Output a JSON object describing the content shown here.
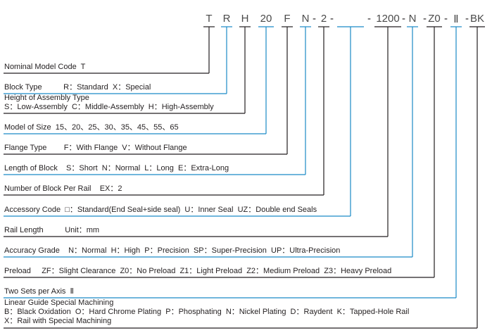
{
  "colors": {
    "black": "#231f20",
    "blue": "#1a8ac6"
  },
  "model_code": {
    "segments": [
      {
        "text": "T",
        "color": "black"
      },
      {
        "text": "R",
        "color": "blue"
      },
      {
        "text": "H",
        "color": "black"
      },
      {
        "text": "20",
        "color": "blue"
      },
      {
        "text": "F",
        "color": "black"
      },
      {
        "text": "N",
        "color": "blue"
      },
      {
        "text": "2",
        "color": "black"
      },
      {
        "text": "",
        "color": "blue"
      },
      {
        "text": "1200",
        "color": "black"
      },
      {
        "text": "N",
        "color": "blue"
      },
      {
        "text": "Z0",
        "color": "black"
      },
      {
        "text": "Ⅱ",
        "color": "blue"
      },
      {
        "text": "BK",
        "color": "black"
      }
    ],
    "separator": "-"
  },
  "legend": [
    {
      "lines": [
        "Nominal Model Code  T"
      ],
      "segment": 0
    },
    {
      "lines": [
        "Block Type          R：Standard  X：Special"
      ],
      "segment": 1
    },
    {
      "lines": [
        "Height of Assembly Type",
        "S：Low-Assembly  C：Middle-Assembly  H：High-Assembly"
      ],
      "segment": 2
    },
    {
      "lines": [
        "Model of Size  15、20、25、30、35、45、55、65"
      ],
      "segment": 3
    },
    {
      "lines": [
        "Flange Type        F：With Flange  V：Without Flange"
      ],
      "segment": 4
    },
    {
      "lines": [
        "Length of Block    S：Short  N：Normal  L：Long  E：Extra-Long"
      ],
      "segment": 5
    },
    {
      "lines": [
        "Number of Block Per Rail    EX：2"
      ],
      "segment": 6
    },
    {
      "lines": [
        "Accessory Code  □：Standard(End Seal+side seal)  U：Inner Seal  UZ：Double end Seals"
      ],
      "segment": 7
    },
    {
      "lines": [
        "Rail Length          Unit：mm"
      ],
      "segment": 8
    },
    {
      "lines": [
        "Accuracy Grade    N：Normal  H：High  P：Precision  SP：Super-Precision  UP：Ultra-Precision"
      ],
      "segment": 9
    },
    {
      "lines": [
        "Preload     ZF：Slight Clearance  Z0：No Preload  Z1：Light Preload  Z2：Medium Preload  Z3：Heavy Preload"
      ],
      "segment": 10
    },
    {
      "lines": [
        "Two Sets per Axis  Ⅱ"
      ],
      "segment": 11
    },
    {
      "lines": [
        "Linear Guide Special Machining",
        "B：Black Oxidation  O：Hard Chrome Plating  P：Phosphating  N：Nickel Plating  D：Raydent  K：Tapped-Hole Rail",
        "X：Rail with Special Machining"
      ],
      "segment": 12
    }
  ]
}
